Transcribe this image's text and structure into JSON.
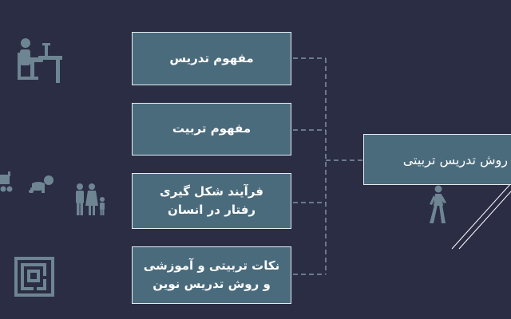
{
  "diagram": {
    "main_label": "روش تدریس تربیتی",
    "branches": [
      {
        "label": "مفهوم تدریس"
      },
      {
        "label": "مفهوم تربیت"
      },
      {
        "label_lines": [
          "فرآیند شکل گیری",
          "رفتار در انسان"
        ]
      },
      {
        "label_lines": [
          "نکات تربیتی و آموزشی",
          "و روش تدریس نوین"
        ]
      }
    ]
  },
  "colors": {
    "background": "#2b2d45",
    "box_fill": "#4a6b7c",
    "box_border": "#e6eef2",
    "connector": "#7f93a3",
    "icon": "#6e8593"
  },
  "icons": [
    "person-at-desk-icon",
    "baby-stroller-icon",
    "crawling-baby-icon",
    "family-icon",
    "maze-icon",
    "walking-person-icon"
  ]
}
